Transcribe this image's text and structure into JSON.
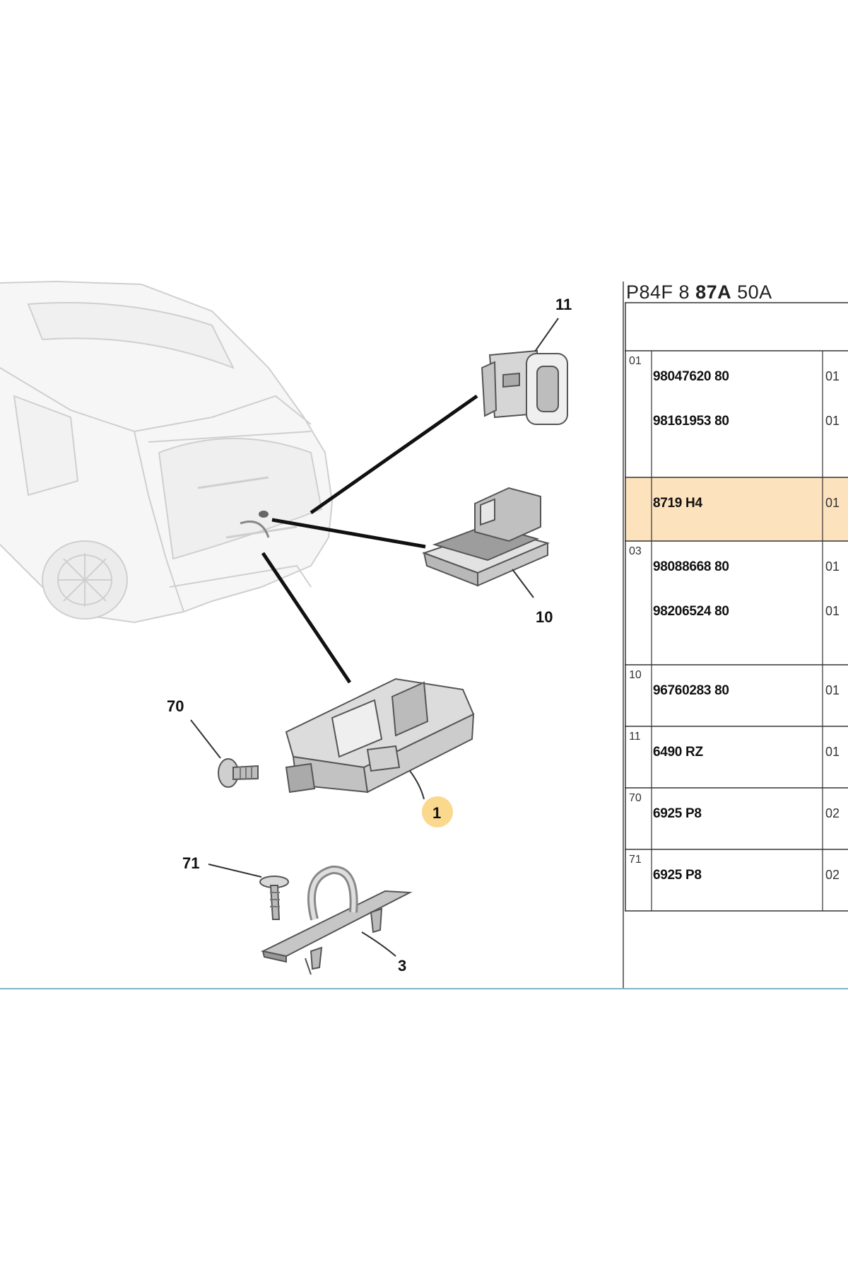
{
  "callouts": {
    "c11": "11",
    "c10": "10",
    "c70": "70",
    "c1": "1",
    "c71": "71",
    "c3": "3"
  },
  "table": {
    "header_a": "P84F 8 ",
    "header_b": "87A",
    "header_c": " 50A",
    "groups": [
      {
        "code": "01",
        "items": [
          {
            "part": "98047620 80",
            "qty": "01"
          },
          {
            "part": "98161953 80",
            "qty": "01"
          }
        ]
      },
      {
        "code": "",
        "highlight": true,
        "items": [
          {
            "part": "8719 H4",
            "qty": "01"
          }
        ]
      },
      {
        "code": "03",
        "items": [
          {
            "part": "98088668 80",
            "qty": "01"
          },
          {
            "part": "98206524 80",
            "qty": "01"
          }
        ]
      },
      {
        "code": "10",
        "items": [
          {
            "part": "96760283 80",
            "qty": "01"
          }
        ]
      },
      {
        "code": "11",
        "items": [
          {
            "part": "6490 RZ",
            "qty": "01"
          }
        ]
      },
      {
        "code": "70",
        "items": [
          {
            "part": "6925 P8",
            "qty": "02"
          }
        ]
      },
      {
        "code": "71",
        "items": [
          {
            "part": "6925 P8",
            "qty": "02"
          }
        ]
      }
    ]
  },
  "colors": {
    "highlight": "#fde3bd",
    "callout_highlight": "#f9d27a",
    "frame_line": "#7fb3c8",
    "drawing_line": "#555555"
  }
}
